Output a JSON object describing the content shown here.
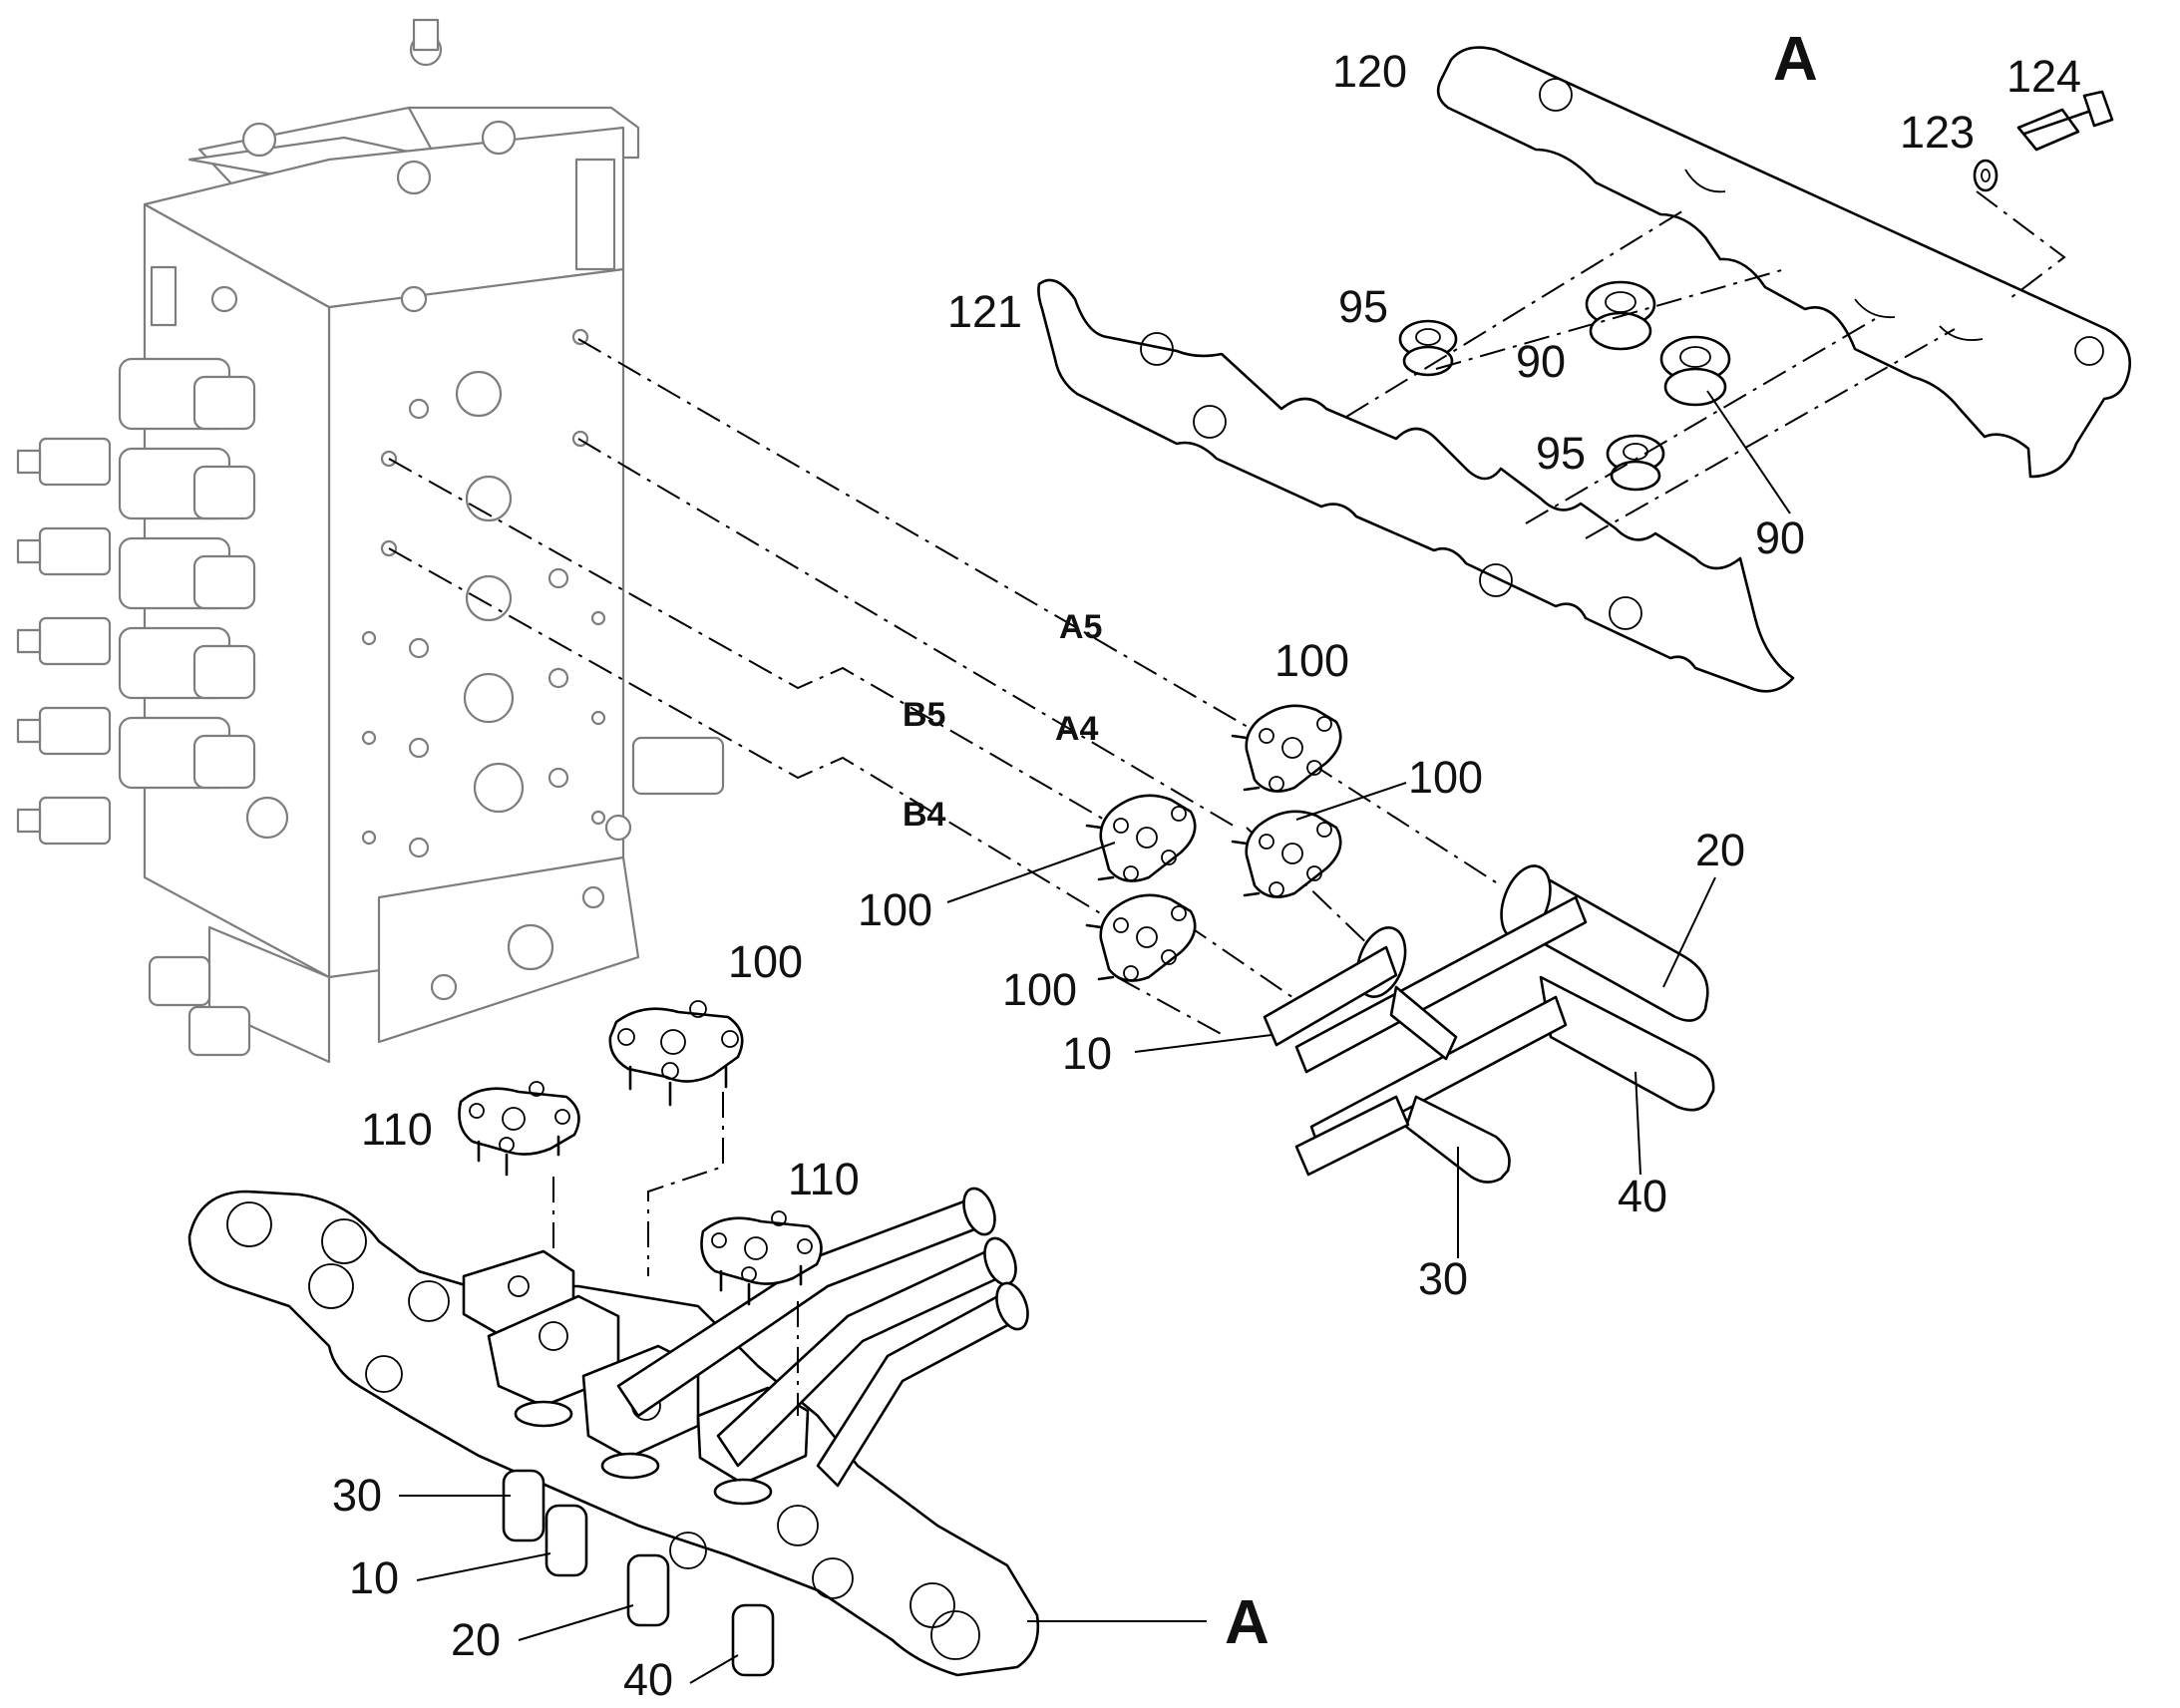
{
  "views": {
    "top": "A",
    "bottom": "A"
  },
  "ports": {
    "a5": "A5",
    "b5": "B5",
    "a4": "A4",
    "b4": "B4"
  },
  "callouts": {
    "c120": "120",
    "c124": "124",
    "c123": "123",
    "c121": "121",
    "c95_upper": "95",
    "c90_upper": "90",
    "c95_lower": "95",
    "c90_lower": "90",
    "c100_top": "100",
    "c100_right": "100",
    "c100_left": "100",
    "c100_lower": "100",
    "c100_mid": "100",
    "c20_right": "20",
    "c10_right": "10",
    "c40_right": "40",
    "c30_right": "30",
    "c110_left": "110",
    "c110_right": "110",
    "c30_left": "30",
    "c10_left": "10",
    "c20_left": "20",
    "c40_left": "40"
  }
}
